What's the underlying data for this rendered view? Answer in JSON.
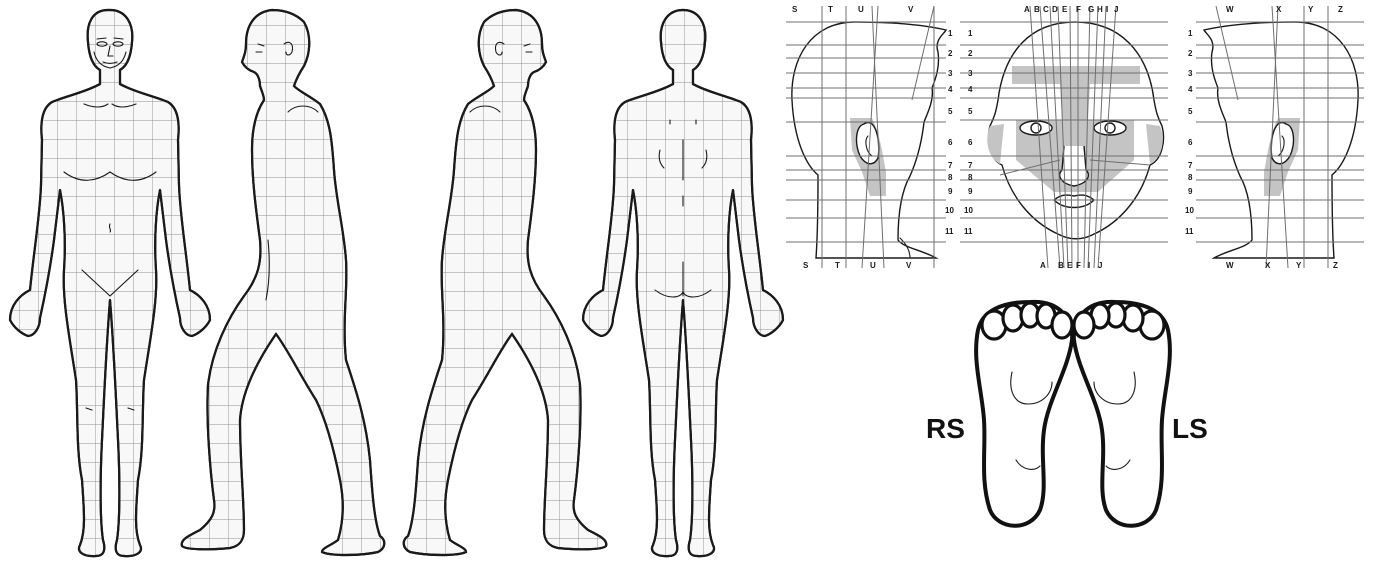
{
  "body_views": [
    "front",
    "right-side",
    "left-side",
    "back"
  ],
  "head_grids": {
    "left_side": {
      "top_labels": [
        "S",
        "T",
        "U",
        "V"
      ],
      "bottom_labels": [
        "S",
        "T",
        "U",
        "V"
      ],
      "row_labels": [
        "1",
        "2",
        "3",
        "4",
        "5",
        "6",
        "7",
        "8",
        "9",
        "10",
        "11"
      ]
    },
    "front": {
      "top_labels": [
        "A",
        "B",
        "C",
        "D",
        "E",
        "F",
        "G",
        "H",
        "I",
        "J"
      ],
      "bottom_labels": [
        "A",
        "B",
        "E",
        "F",
        "I",
        "J"
      ],
      "row_labels": [
        "1",
        "2",
        "3",
        "4",
        "5",
        "6",
        "7",
        "8",
        "9",
        "10",
        "11"
      ]
    },
    "right_side": {
      "top_labels": [
        "W",
        "X",
        "Y",
        "Z"
      ],
      "bottom_labels": [
        "W",
        "X",
        "Y",
        "Z"
      ],
      "row_labels": [
        "1",
        "2",
        "3",
        "4",
        "5",
        "6",
        "7",
        "8",
        "9",
        "10",
        "11"
      ]
    }
  },
  "soles": {
    "right_label": "RS",
    "left_label": "LS"
  },
  "colors": {
    "outline": "#1a1a1a",
    "grid": "#8f8f8f",
    "shade": "#c4c4c4"
  }
}
